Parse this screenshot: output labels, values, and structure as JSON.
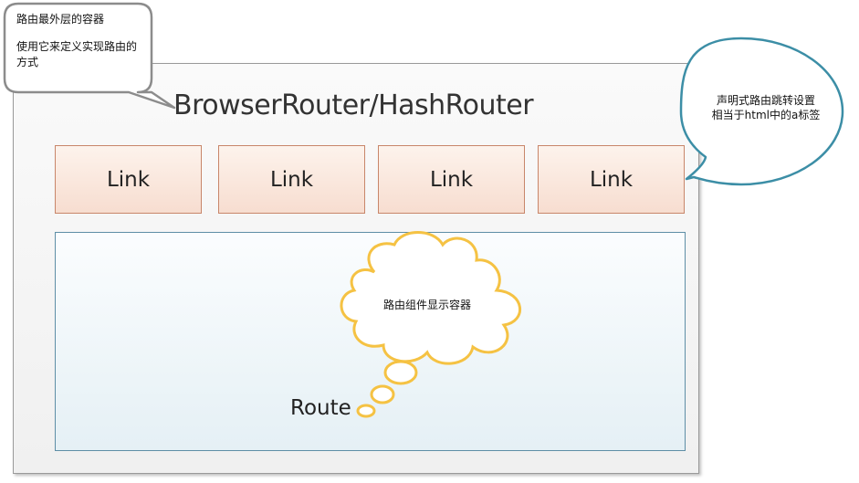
{
  "diagram": {
    "router_title": "BrowserRouter/HashRouter",
    "links": [
      "Link",
      "Link",
      "Link",
      "Link"
    ],
    "route_label": "Route",
    "callout_container": {
      "line1": "路由最外层的容器",
      "line2": "使用它来定义实现路由的方式"
    },
    "callout_link": {
      "line1": "声明式路由跳转设置",
      "line2": "相当于html中的a标签"
    },
    "cloud_text": "路由组件显示容器"
  }
}
